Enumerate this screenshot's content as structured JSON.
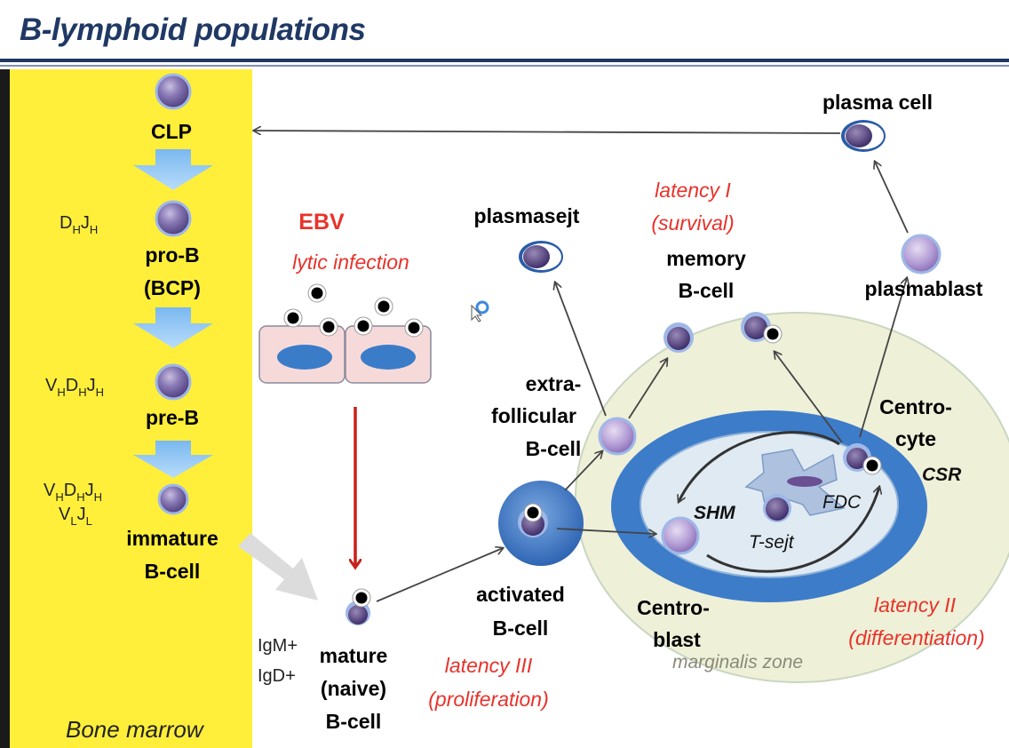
{
  "title": "B-lymphoid populations",
  "bone_marrow": {
    "label": "Bone marrow",
    "stages": [
      "CLP",
      "pro-B",
      "(BCP)",
      "pre-B",
      "immature",
      "B-cell"
    ],
    "rearrangements": {
      "dj": {
        "base": [
          "D",
          "J"
        ],
        "sub": [
          "H",
          "H"
        ]
      },
      "vdj": {
        "base": [
          "V",
          "D",
          "J"
        ],
        "sub": [
          "H",
          "H",
          "H"
        ]
      },
      "vdj2": {
        "base": [
          "V",
          "D",
          "J"
        ],
        "sub": [
          "H",
          "H",
          "H"
        ]
      },
      "vj": {
        "base": [
          "V",
          "J"
        ],
        "sub": [
          "L",
          "L"
        ]
      }
    }
  },
  "ebv": {
    "label": "EBV",
    "lytic": "lytic infection"
  },
  "labels": {
    "plasma_cell": "plasma cell",
    "plasmasejt": "plasmasejt",
    "latency1": [
      "latency I",
      "(survival)"
    ],
    "memory": [
      "memory",
      "B-cell"
    ],
    "plasmablast": "plasmablast",
    "extrafollicular": [
      "extra-",
      "follicular",
      "B-cell"
    ],
    "centrocyte": [
      "Centro-",
      "cyte"
    ],
    "csr": "CSR",
    "shm": "SHM",
    "fdc": "FDC",
    "tsejt": "T-sejt",
    "activated": [
      "activated",
      "B-cell"
    ],
    "centroblast": [
      "Centro-",
      "blast"
    ],
    "latency2": [
      "latency II",
      "(differentiation)"
    ],
    "marginalis": "marginalis zone",
    "latency3": [
      "latency III",
      "(proliferation)"
    ],
    "igm": "IgM+",
    "igd": "IgD+",
    "mature": [
      "mature",
      "(naive)",
      "B-cell"
    ]
  },
  "colors": {
    "title": "#1f3864",
    "marrow": "#ffef3a",
    "latency_text": "#e8322a",
    "ebv_arrow": "#c8201a",
    "germinal_outer": "#eff0d8",
    "germinal_ring": "#3d7cc9",
    "germinal_inner": "#dfeaf3",
    "cell": "#6a5a92"
  }
}
